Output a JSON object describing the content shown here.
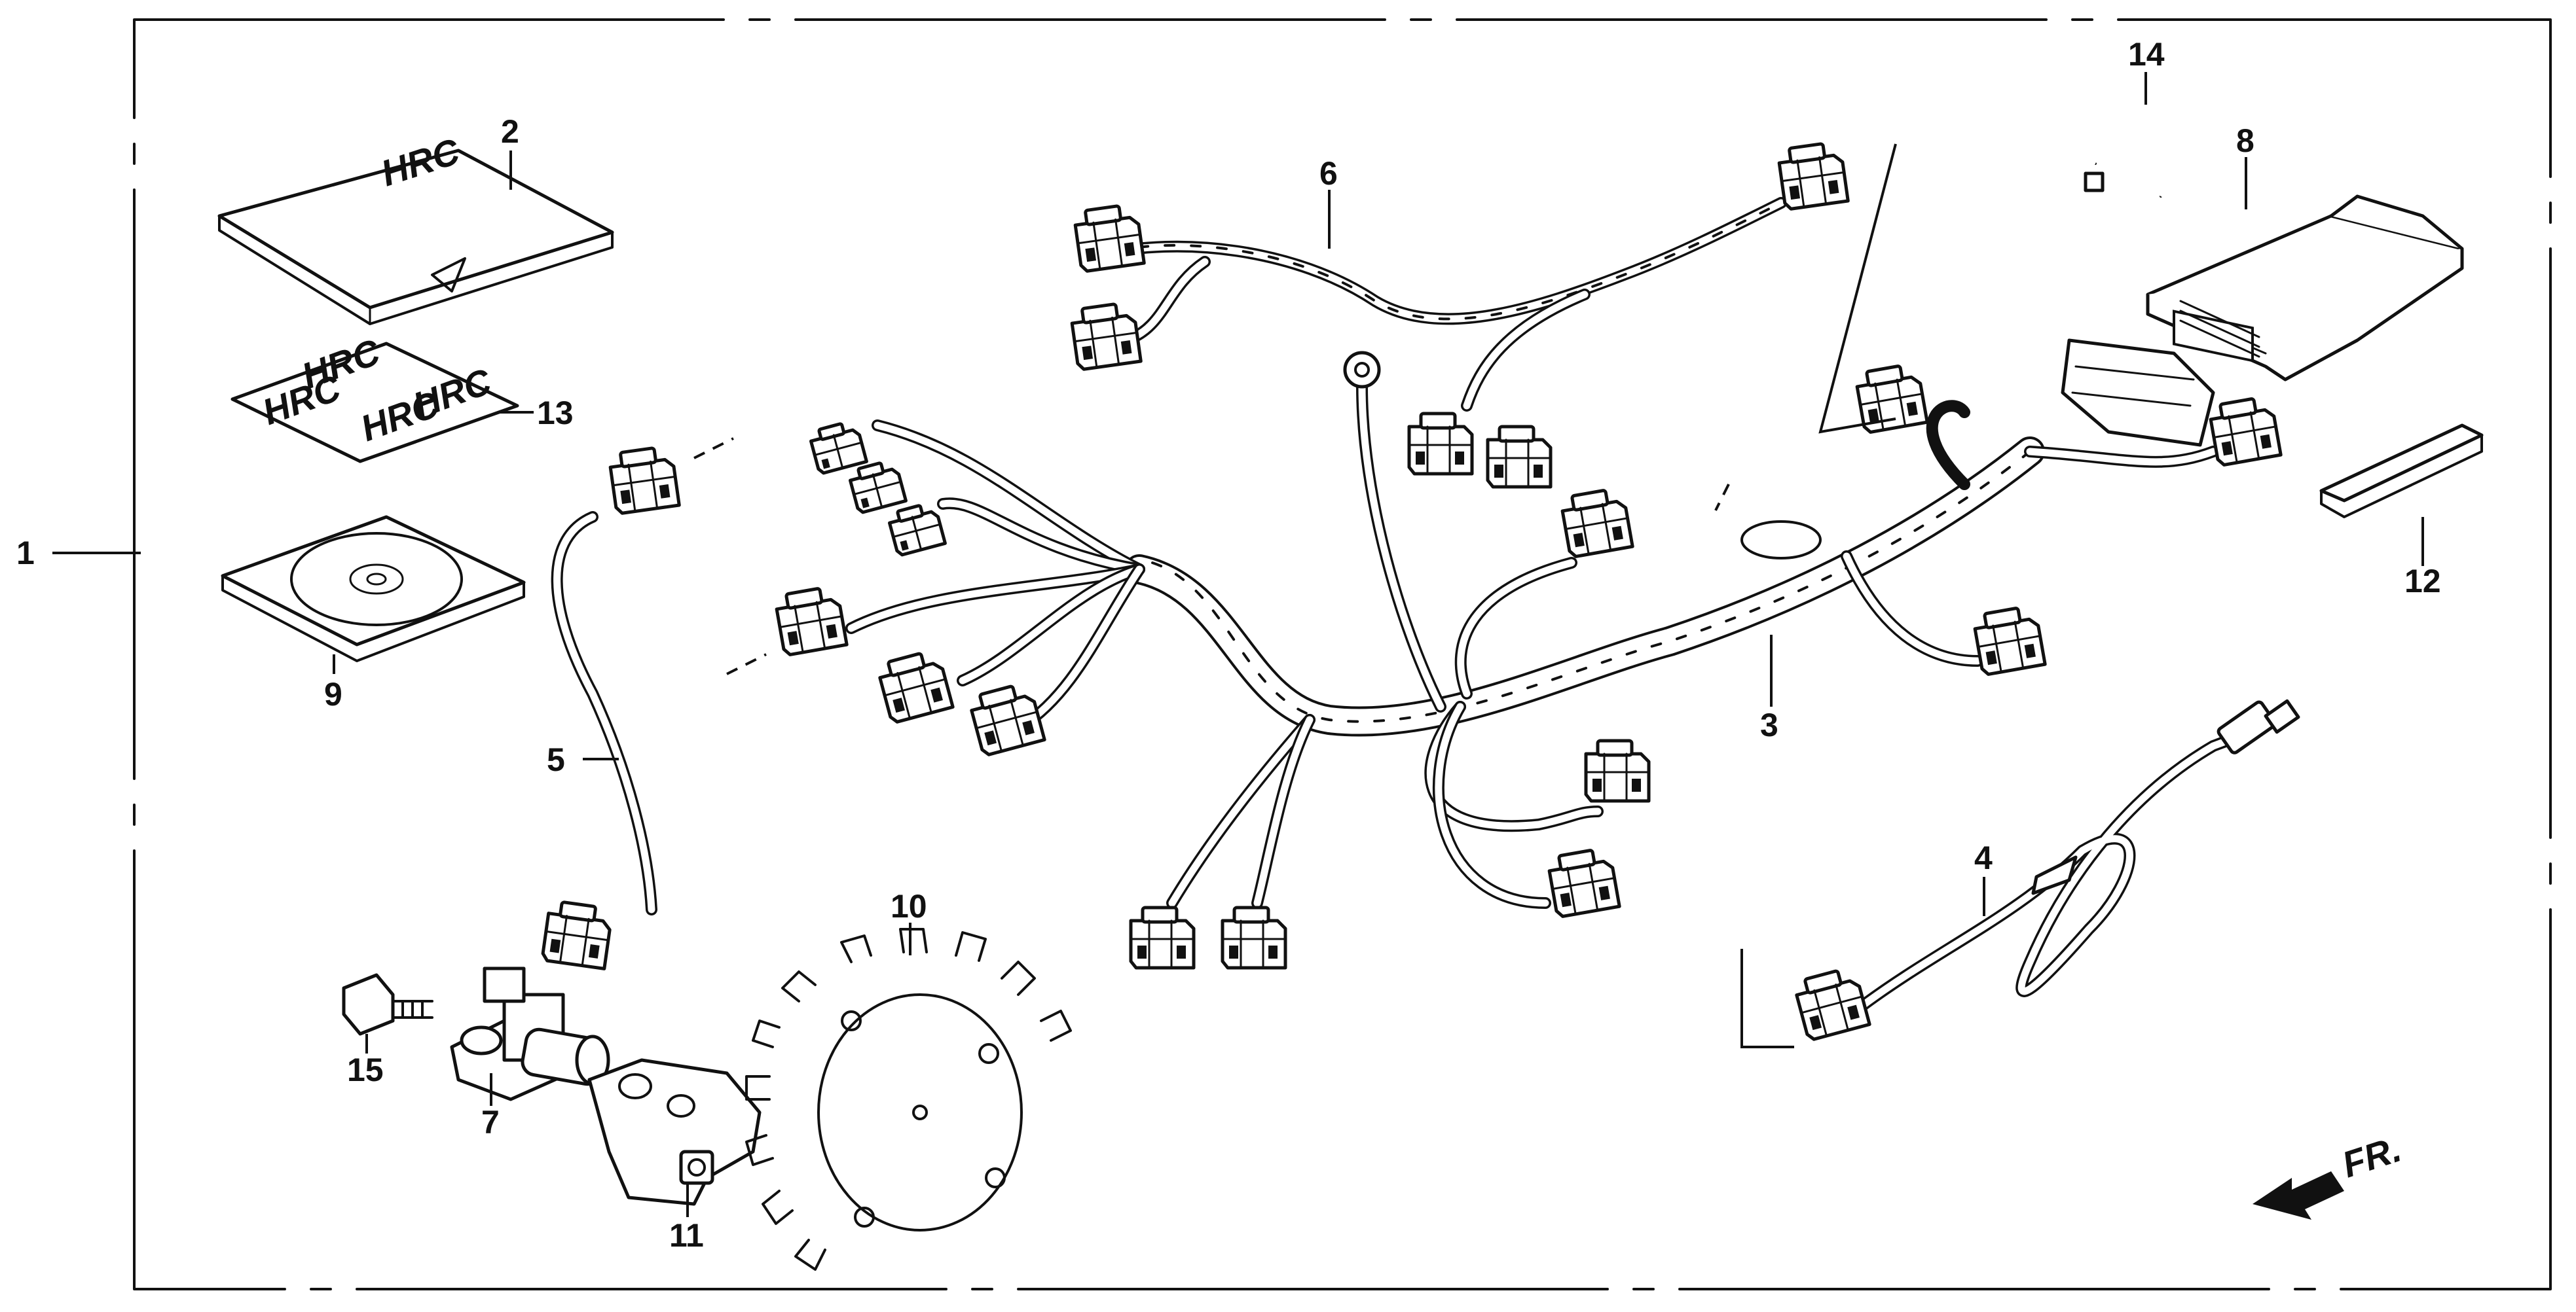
{
  "diagram": {
    "parts": [
      {
        "ref": "1"
      },
      {
        "ref": "2"
      },
      {
        "ref": "3"
      },
      {
        "ref": "4"
      },
      {
        "ref": "5"
      },
      {
        "ref": "6"
      },
      {
        "ref": "7"
      },
      {
        "ref": "8"
      },
      {
        "ref": "9"
      },
      {
        "ref": "10"
      },
      {
        "ref": "11"
      },
      {
        "ref": "12"
      },
      {
        "ref": "13"
      },
      {
        "ref": "14"
      },
      {
        "ref": "15"
      }
    ],
    "direction_label": "FR.",
    "colors": {
      "ink": "#111111",
      "paper": "#ffffff"
    },
    "icons": [
      "manual-book",
      "hrc-sticker-sheet",
      "cd-rom",
      "wire-harness",
      "connector",
      "usb-cable",
      "ecu-unit",
      "c-clip",
      "pad",
      "trigger-rotor",
      "sensor",
      "bracket",
      "flange-bolt",
      "front-arrow"
    ]
  }
}
